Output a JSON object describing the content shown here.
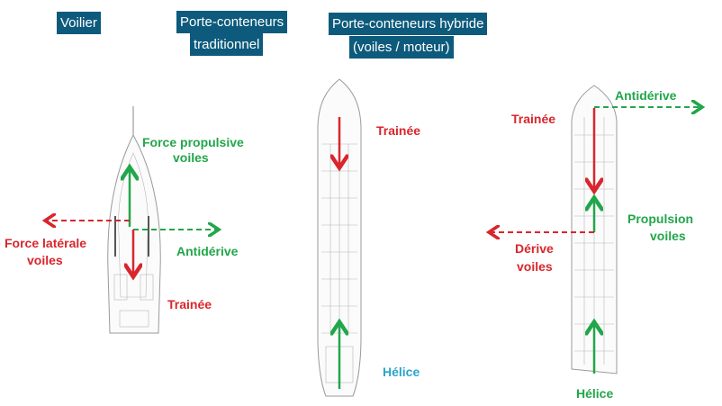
{
  "titles": {
    "sailboat": "Voilier",
    "traditional_line1": "Porte-conteneurs",
    "traditional_line2": "traditionnel",
    "hybrid_line1": "Porte-conteneurs hybride",
    "hybrid_line2": "(voiles / moteur)"
  },
  "sailboat": {
    "propulsion_line1": "Force propulsive",
    "propulsion_line2": "voiles",
    "lateral_line1": "Force latérale",
    "lateral_line2": "voiles",
    "antidrift": "Antidérive",
    "drag": "Trainée"
  },
  "traditional": {
    "drag": "Trainée",
    "propeller": "Hélice"
  },
  "hybrid": {
    "antidrift": "Antidérive",
    "drag": "Trainée",
    "propulsion_line1": "Propulsion",
    "propulsion_line2": "voiles",
    "drift_line1": "Dérive",
    "drift_line2": "voiles",
    "propeller": "Hélice"
  },
  "colors": {
    "title_bg": "#0d5a7c",
    "resistance": "#d8262c",
    "propulsion": "#22a64a",
    "propeller": "#2aa4cc"
  }
}
